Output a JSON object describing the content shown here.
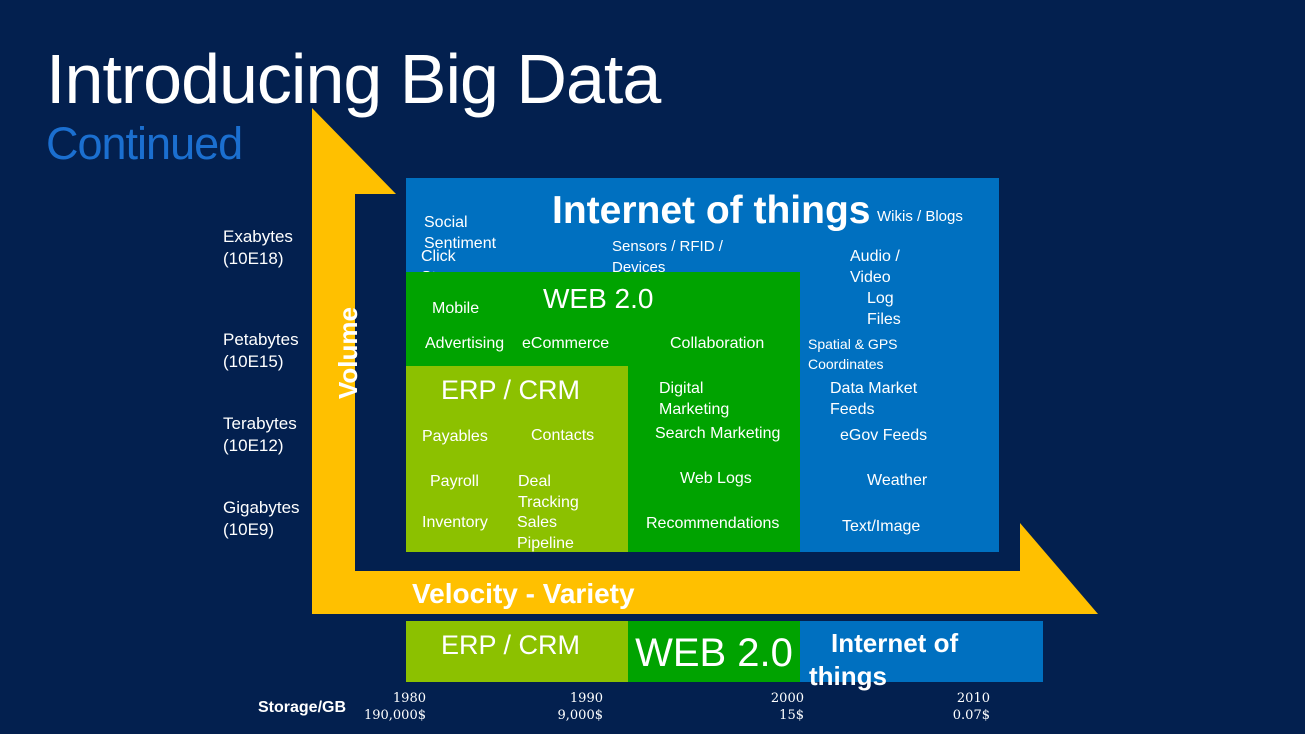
{
  "title": "Introducing Big Data",
  "subtitle": "Continued",
  "volume_scale": [
    {
      "name": "Exabytes",
      "power": "(10E18)"
    },
    {
      "name": "Petabytes",
      "power": "(10E15)"
    },
    {
      "name": "Terabytes",
      "power": "(10E12)"
    },
    {
      "name": "Gigabytes",
      "power": "(10E9)"
    }
  ],
  "axes": {
    "vertical_label": "Volume",
    "horizontal_label": "Velocity - Variety"
  },
  "iot": {
    "heading": "Internet of things",
    "items": {
      "social_sentiment": "Social Sentiment",
      "click_stream": "Click Stream",
      "sensors": "Sensors / RFID / Devices",
      "wikis": "Wikis / Blogs",
      "audio_video": "Audio / Video",
      "log_files": "Log Files",
      "spatial": "Spatial & GPS Coordinates",
      "data_market": "Data Market Feeds",
      "egov": "eGov Feeds",
      "weather": "Weather",
      "text_image": "Text/Image"
    }
  },
  "web20": {
    "heading": "WEB 2.0",
    "items": {
      "mobile": "Mobile",
      "advertising": "Advertising",
      "ecommerce": "eCommerce",
      "collaboration": "Collaboration",
      "digital_marketing": "Digital Marketing",
      "search_marketing": "Search Marketing",
      "web_logs": "Web Logs",
      "recommendations": "Recommendations"
    }
  },
  "erp": {
    "heading": "ERP / CRM",
    "items": {
      "payables": "Payables",
      "contacts": "Contacts",
      "payroll": "Payroll",
      "deal_tracking": "Deal Tracking",
      "inventory": "Inventory",
      "sales_pipeline": "Sales Pipeline"
    }
  },
  "timeline_bars": {
    "erp": "ERP / CRM",
    "web": "WEB 2.0",
    "iot": "Internet of things"
  },
  "storage": {
    "label": "Storage/GB",
    "years": [
      {
        "year": "1980",
        "price": "190,000$"
      },
      {
        "year": "1990",
        "price": "9,000$"
      },
      {
        "year": "2000",
        "price": "15$"
      },
      {
        "year": "2010",
        "price": "0.07$"
      }
    ]
  },
  "colors": {
    "background": "#03204f",
    "arrow": "#ffc000",
    "iot": "#0070c0",
    "web": "#00a300",
    "erp": "#8cc100",
    "subtitle": "#1b6fd0"
  }
}
